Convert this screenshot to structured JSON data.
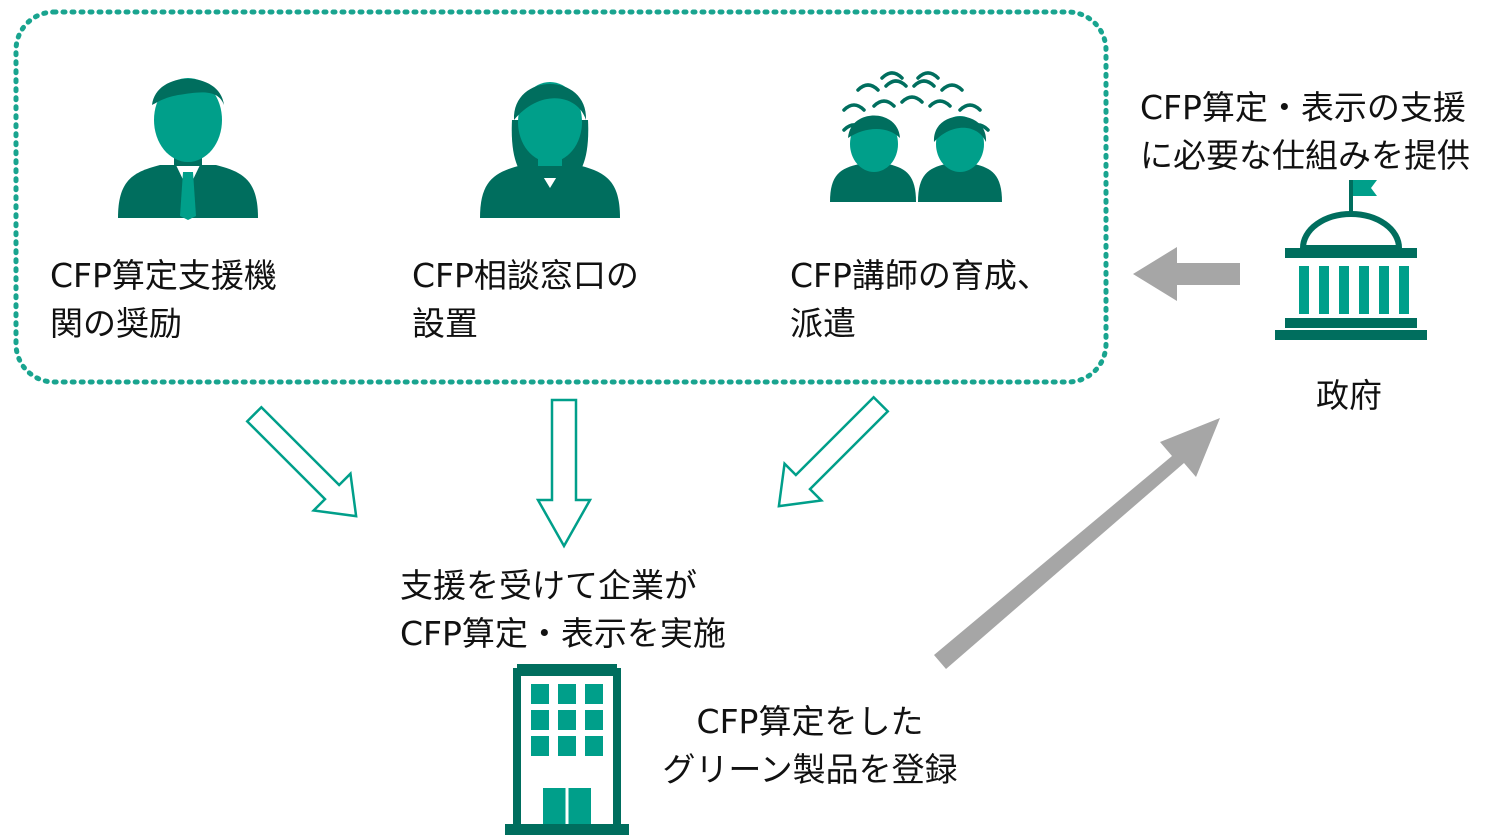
{
  "support_programs": [
    {
      "line1": "CFP算定支援機",
      "line2": "関の奨励",
      "icon": "male-person-icon"
    },
    {
      "line1": "CFP相談窓口の",
      "line2": "設置",
      "icon": "female-person-icon"
    },
    {
      "line1": "CFP講師の育成、",
      "line2": "派遣",
      "icon": "group-people-icon"
    }
  ],
  "government": {
    "caption_line1": "CFP算定・表示の支援",
    "caption_line2": "に必要な仕組みを提供",
    "label": "政府",
    "icon": "government-building-icon"
  },
  "company": {
    "line1": "支援を受けて企業が",
    "line2": "CFP算定・表示を実施",
    "icon": "office-building-icon"
  },
  "registration": {
    "line1": "CFP算定をした",
    "line2": "グリーン製品を登録"
  },
  "colors": {
    "primary_teal": "#009f8a",
    "dark_teal": "#006e5e",
    "dotted_border": "#19a48f",
    "gray_arrow": "#a6a6a6",
    "text": "#111111"
  }
}
